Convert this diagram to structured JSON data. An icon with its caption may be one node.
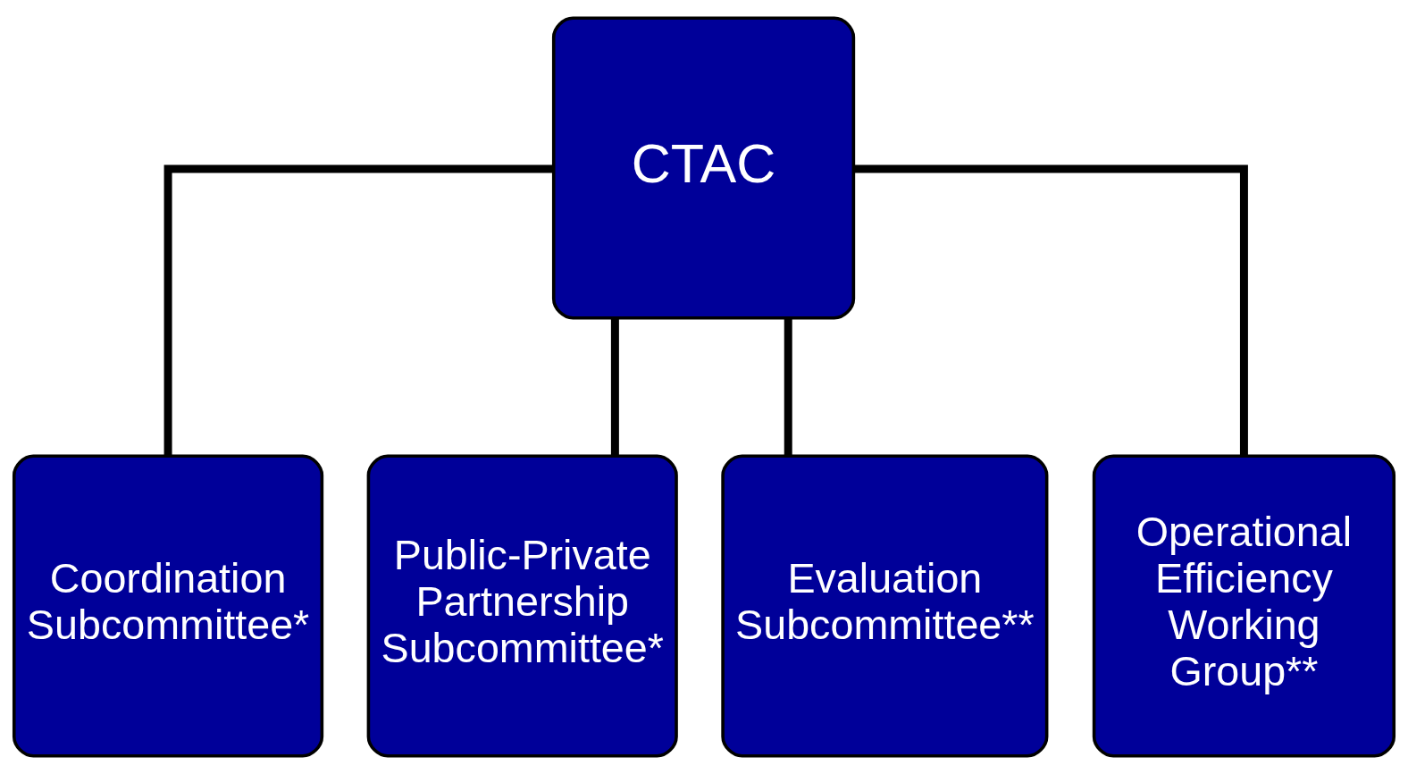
{
  "diagram": {
    "nodes": [
      {
        "text": [
          "CTAC"
        ]
      },
      {
        "text": [
          "Coordination Subcommittee*"
        ]
      },
      {
        "text": [
          "Public-Private Partnership Subcommittee*"
        ]
      },
      {
        "text": [
          "Evaluation Subcommittee**"
        ]
      },
      {
        "text": [
          "Operational Efficiency Working Group**"
        ]
      }
    ],
    "edges": [
      {
        "from": 0,
        "to": 1,
        "arrow": "none"
      },
      {
        "from": 0,
        "to": 2,
        "arrow": "none"
      },
      {
        "from": 0,
        "to": 3,
        "arrow": "none"
      },
      {
        "from": 0,
        "to": 4,
        "arrow": "none"
      }
    ]
  }
}
